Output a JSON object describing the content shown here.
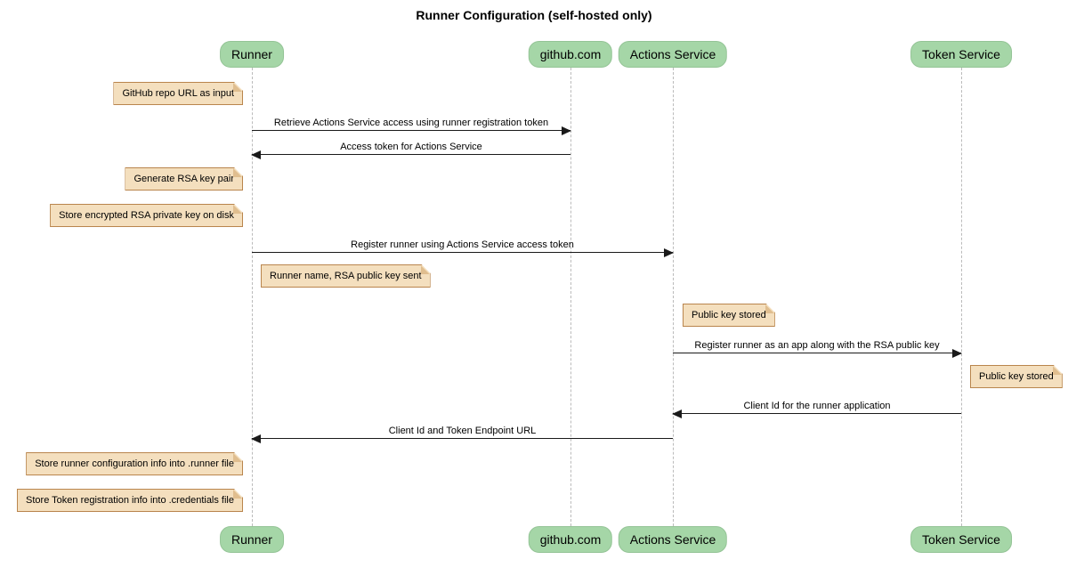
{
  "title": "Runner Configuration (self-hosted only)",
  "participants": [
    {
      "label": "Runner"
    },
    {
      "label": "github.com"
    },
    {
      "label": "Actions Service"
    },
    {
      "label": "Token Service"
    }
  ],
  "messages": [
    {
      "text": "Retrieve Actions Service access using runner registration token",
      "from": "Runner",
      "to": "github.com",
      "direction": "right"
    },
    {
      "text": "Access token for Actions Service",
      "from": "github.com",
      "to": "Runner",
      "direction": "left"
    },
    {
      "text": "Register runner using Actions Service access token",
      "from": "Runner",
      "to": "Actions Service",
      "direction": "right"
    },
    {
      "text": "Register runner as an app along with the RSA public key",
      "from": "Actions Service",
      "to": "Token Service",
      "direction": "right"
    },
    {
      "text": "Client Id for the runner application",
      "from": "Token Service",
      "to": "Actions Service",
      "direction": "left"
    },
    {
      "text": "Client Id and Token Endpoint URL",
      "from": "Actions Service",
      "to": "Runner",
      "direction": "left"
    }
  ],
  "notes": [
    {
      "text": "GitHub repo URL as input",
      "position": "left of Runner"
    },
    {
      "text": "Generate RSA key pair",
      "position": "left of Runner"
    },
    {
      "text": "Store encrypted RSA private key on disk",
      "position": "left of Runner"
    },
    {
      "text": "Runner name, RSA public key sent",
      "position": "right of Runner"
    },
    {
      "text": "Public key stored",
      "position": "right of Actions Service"
    },
    {
      "text": "Public key stored",
      "position": "right of Token Service"
    },
    {
      "text": "Store runner configuration info into .runner file",
      "position": "left of Runner"
    },
    {
      "text": "Store Token registration info into .credentials file",
      "position": "left of Runner"
    }
  ],
  "colors": {
    "participant_fill": "#A5D6A7",
    "participant_border": "#94C496",
    "note_fill": "#F4DFBE",
    "note_border": "#B9854D",
    "note_fold": "#E0BE8F",
    "lifeline": "#BBBBBB",
    "arrow": "#1A1A1A"
  }
}
